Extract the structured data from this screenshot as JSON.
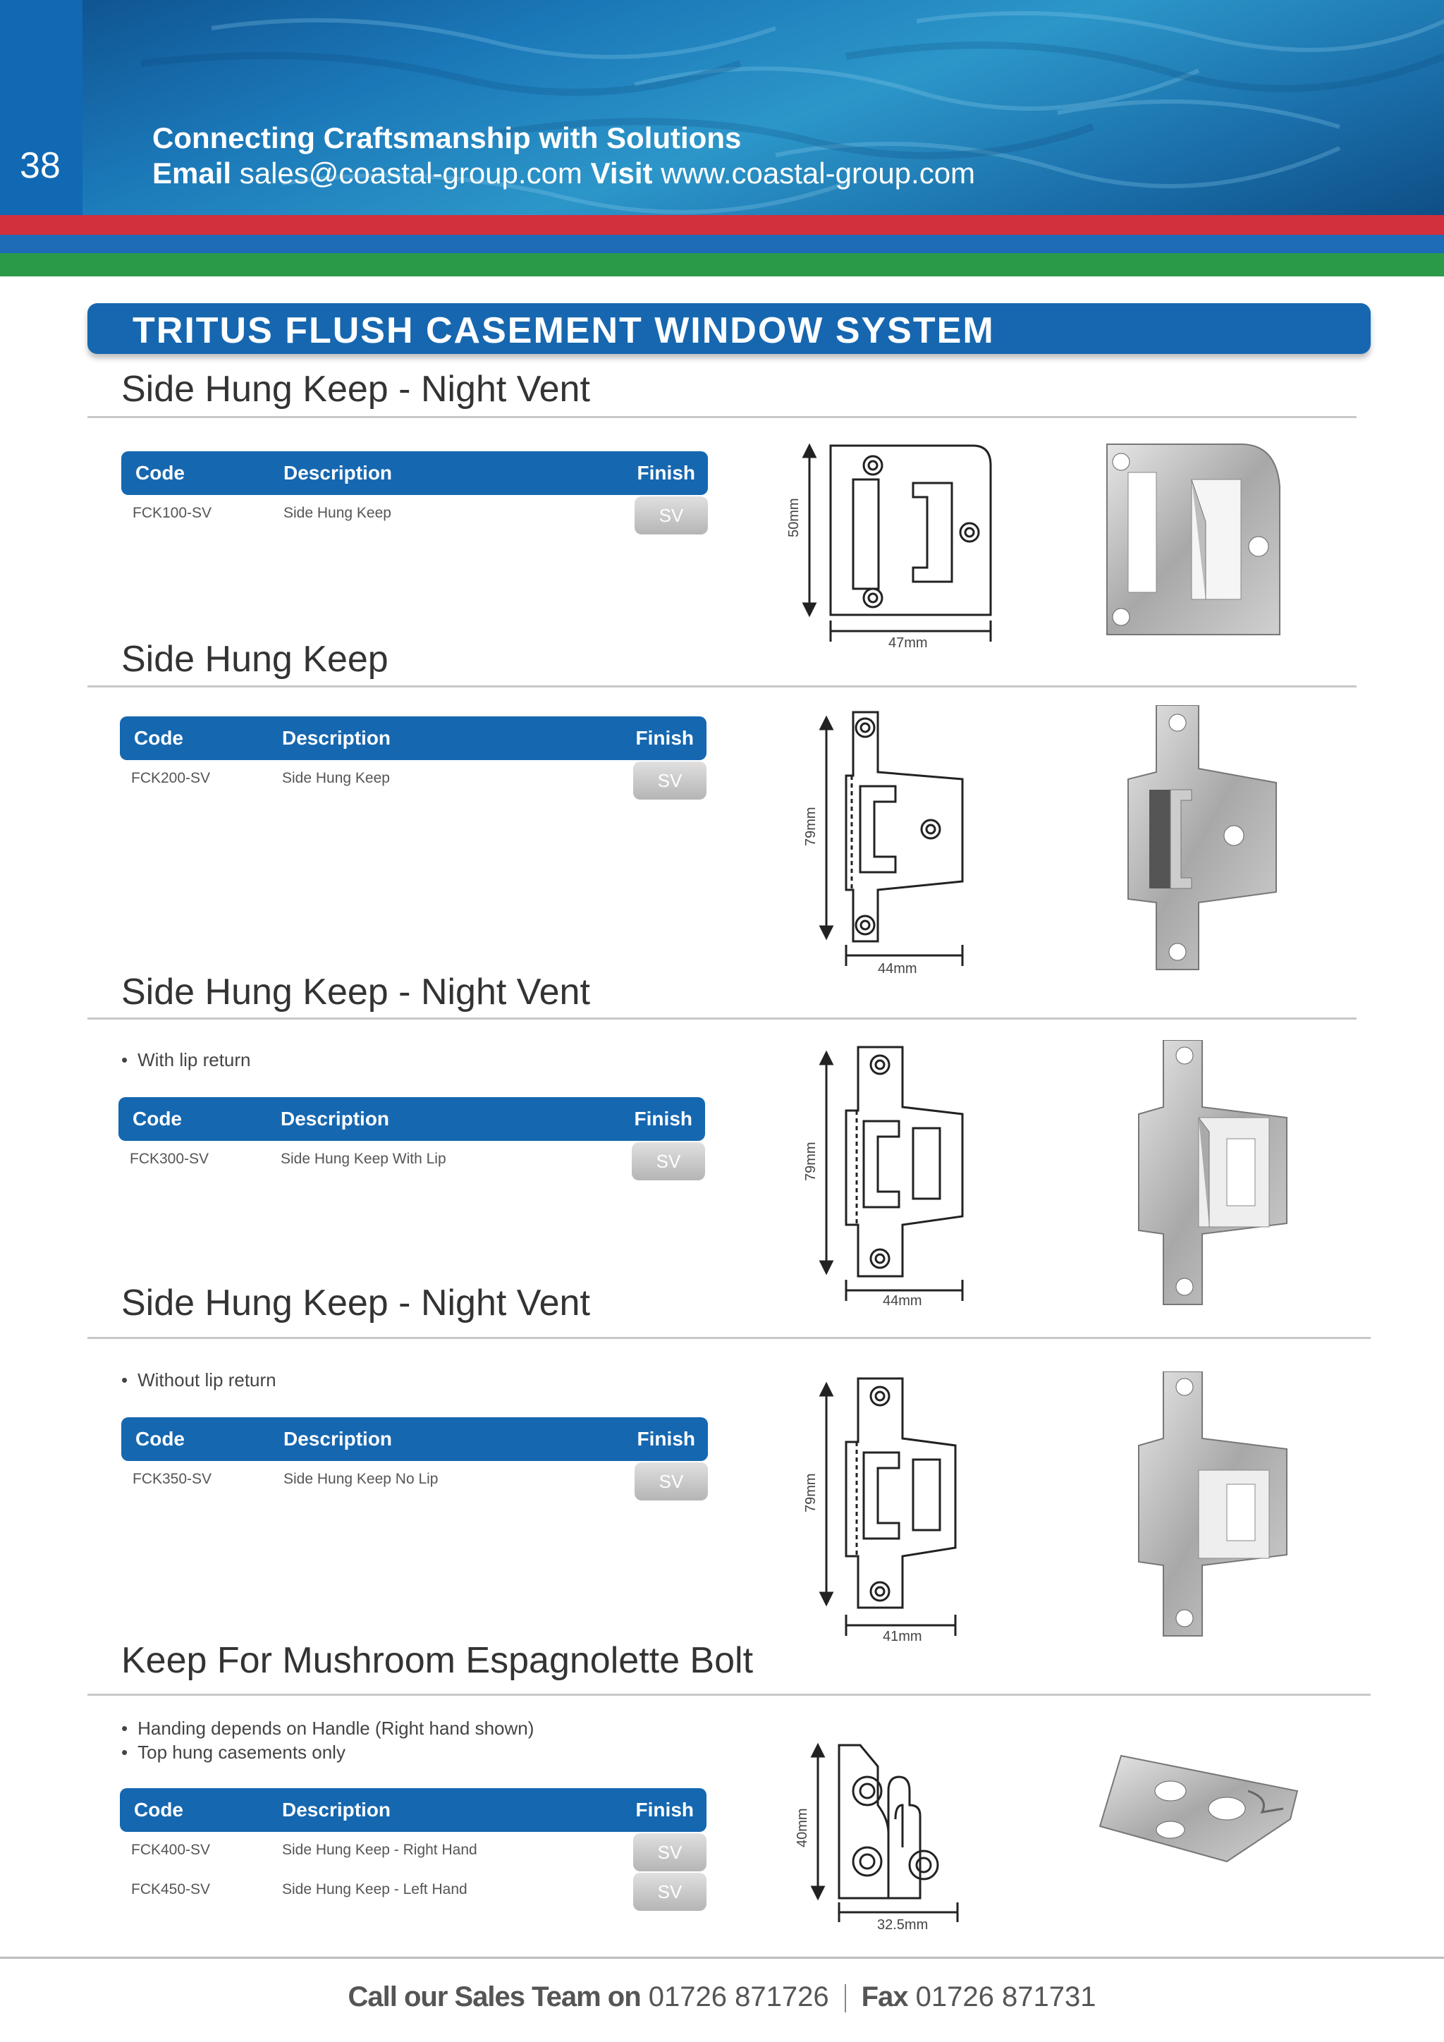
{
  "header": {
    "page_number": "38",
    "tagline": "Connecting Craftsmanship with Solutions",
    "email_label": "Email",
    "email": "sales@coastal-group.com",
    "visit_label": "Visit",
    "website": "www.coastal-group.com"
  },
  "title": "TRITUS FLUSH CASEMENT WINDOW SYSTEM",
  "table_headers": {
    "code": "Code",
    "description": "Description",
    "finish": "Finish"
  },
  "sections": [
    {
      "heading": "Side Hung Keep",
      "subheading": "Night Vent",
      "bullets": [],
      "rows": [
        {
          "code": "FCK100-SV",
          "description": "Side Hung Keep",
          "finish": "SV"
        }
      ],
      "dims": {
        "height": "50mm",
        "width": "47mm"
      }
    },
    {
      "heading": "Side Hung Keep",
      "subheading": "",
      "bullets": [],
      "rows": [
        {
          "code": "FCK200-SV",
          "description": "Side Hung Keep",
          "finish": "SV"
        }
      ],
      "dims": {
        "height": "79mm",
        "width": "44mm"
      }
    },
    {
      "heading": "Side Hung Keep",
      "subheading": "Night Vent",
      "bullets": [
        "With lip return"
      ],
      "rows": [
        {
          "code": "FCK300-SV",
          "description": "Side Hung Keep With Lip",
          "finish": "SV"
        }
      ],
      "dims": {
        "height": "79mm",
        "width": "44mm"
      }
    },
    {
      "heading": "Side Hung Keep",
      "subheading": "Night Vent",
      "bullets": [
        "Without lip return"
      ],
      "rows": [
        {
          "code": "FCK350-SV",
          "description": "Side Hung Keep No Lip",
          "finish": "SV"
        }
      ],
      "dims": {
        "height": "79mm",
        "width": "41mm"
      }
    },
    {
      "heading": "Keep For Mushroom Espagnolette Bolt",
      "subheading": "",
      "bullets": [
        "Handing depends on Handle (Right hand shown)",
        "Top hung casements only"
      ],
      "rows": [
        {
          "code": "FCK400-SV",
          "description": "Side Hung Keep - Right Hand",
          "finish": "SV"
        },
        {
          "code": "FCK450-SV",
          "description": "Side Hung Keep - Left Hand",
          "finish": "SV"
        }
      ],
      "dims": {
        "height": "40mm",
        "width": "32.5mm"
      }
    }
  ],
  "footer": {
    "sales_label": "Call our Sales Team on",
    "sales_phone": "01726 871726",
    "fax_label": "Fax",
    "fax_number": "01726 871731"
  },
  "colors": {
    "brand_blue": "#1567b0",
    "stripe_red": "#d2303c",
    "stripe_green": "#2a9a48"
  }
}
